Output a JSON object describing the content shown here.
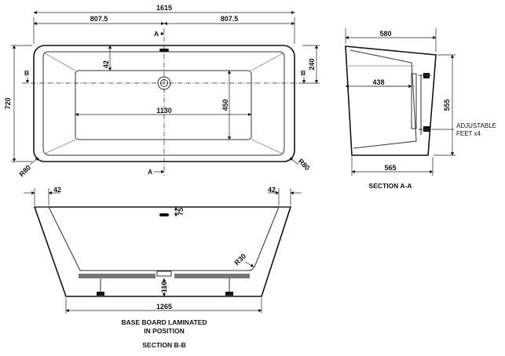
{
  "plan": {
    "overall_length": "1615",
    "half_left": "807.5",
    "half_right": "807.5",
    "depth": "720",
    "rim_top": "42",
    "rim_right": "240",
    "inner_length": "1130",
    "inner_width": "450",
    "radius_left": "R80",
    "radius_right": "R80",
    "section_a_top": "A",
    "section_a_bottom": "A",
    "section_b_left": "B",
    "section_b_right": "B"
  },
  "section_aa": {
    "top_width": "580",
    "inner_depth": "438",
    "base_width": "565",
    "height": "555",
    "feet_line1": "ADJUSTABLE",
    "feet_line2": "FEET x4",
    "title": "SECTION A-A"
  },
  "section_bb": {
    "rim_left": "42",
    "rim_right": "42",
    "overflow": "75",
    "corner_radius": "R30",
    "base_height": "110",
    "base_length": "1265",
    "note_line1": "BASE BOARD LAMINATED",
    "note_line2": "IN POSITION",
    "title": "SECTION B-B"
  }
}
